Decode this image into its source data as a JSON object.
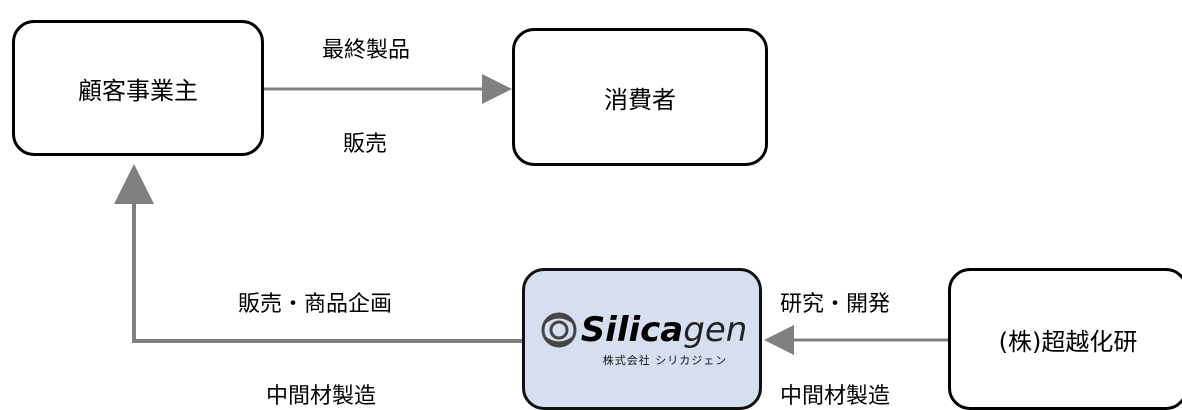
{
  "nodes": {
    "customer": "顧客事業主",
    "consumer": "消費者",
    "lab": "(株)超越化研",
    "silicagen": {
      "logo_text_bold": "Silica",
      "logo_text_light": "gen",
      "logo_subtitle": "株式会社 シリカジェン"
    }
  },
  "edges": {
    "customer_to_consumer_top": "最終製品",
    "customer_to_consumer_bottom": "販売",
    "silicagen_to_customer_top": "販売・商品企画",
    "silicagen_to_customer_bottom": "中間材製造",
    "lab_to_silicagen_top": "研究・開発",
    "lab_to_silicagen_bottom": "中間材製造"
  },
  "colors": {
    "arrow": "#808080",
    "silicagen_fill": "#d6dff0"
  }
}
